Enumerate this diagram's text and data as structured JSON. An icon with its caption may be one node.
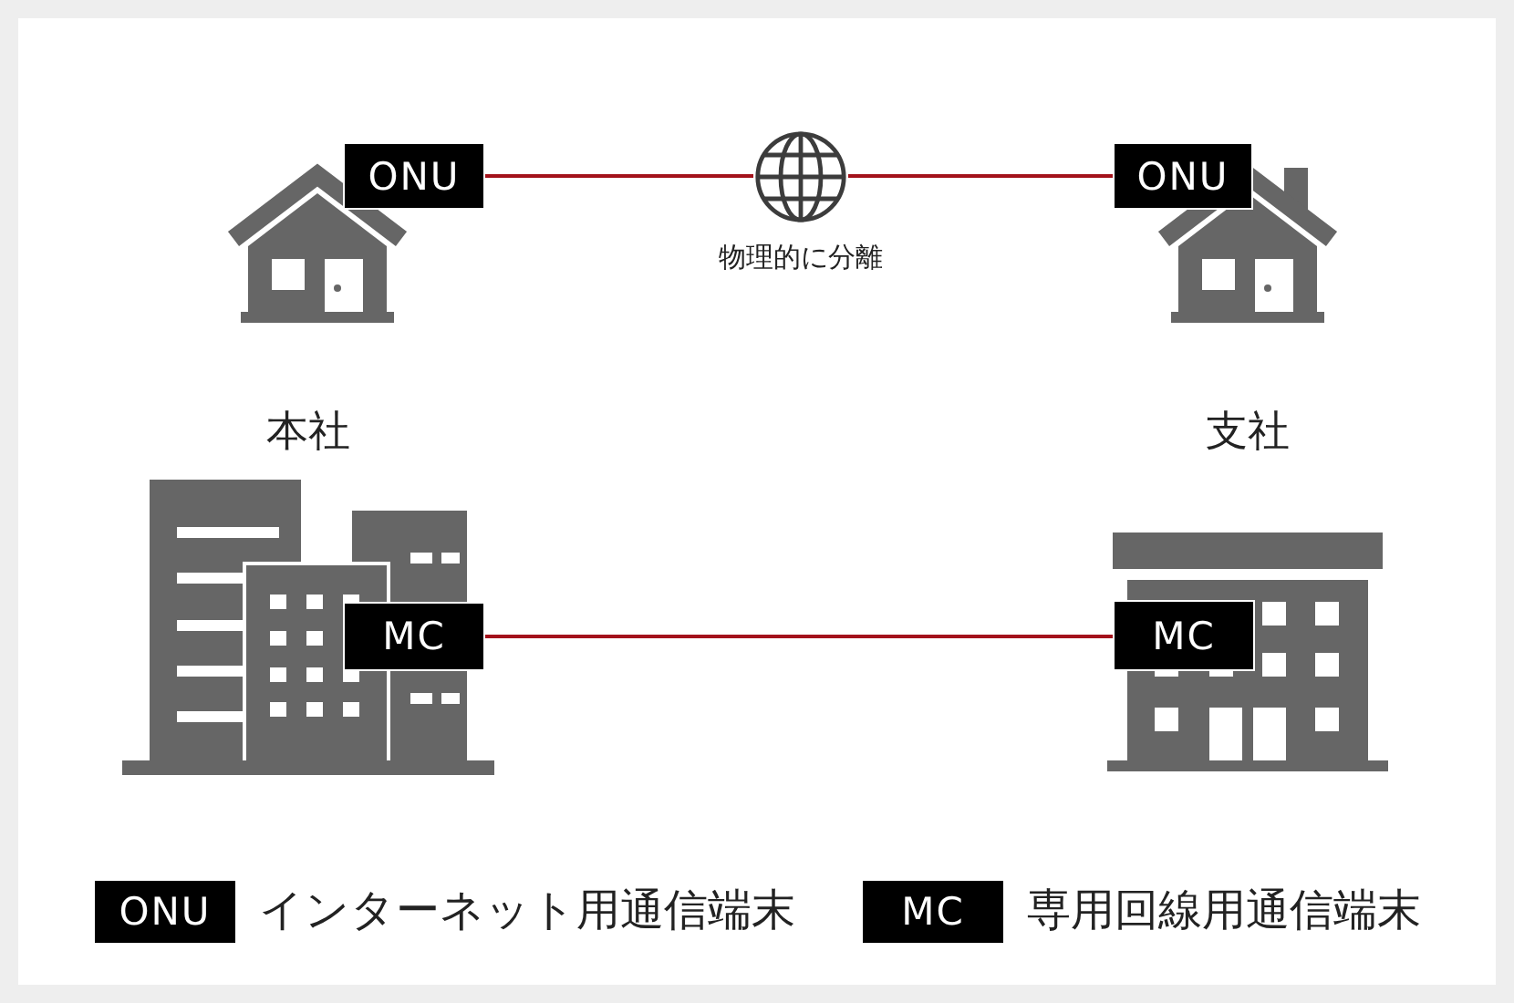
{
  "diagram": {
    "nodes": [
      {
        "text": [
          "ONU"
        ]
      },
      {
        "text": [],
        "shape": "globe",
        "beside": [
          "物理的に分離"
        ]
      },
      {
        "text": [
          "ONU"
        ]
      },
      {
        "text": [
          "MC"
        ]
      },
      {
        "text": [
          "MC"
        ]
      },
      {
        "text": [
          "ONU"
        ],
        "beside": [
          "インターネット用通信端末"
        ]
      },
      {
        "text": [
          "MC"
        ],
        "beside": [
          "専用回線用通信端末"
        ]
      }
    ],
    "edges": [
      {
        "from": 0,
        "to": 1,
        "arrow": "none"
      },
      {
        "from": 1,
        "to": 2,
        "arrow": "none"
      },
      {
        "from": 3,
        "to": 4,
        "arrow": "none"
      }
    ],
    "labels": [
      "本社",
      "支社"
    ]
  }
}
